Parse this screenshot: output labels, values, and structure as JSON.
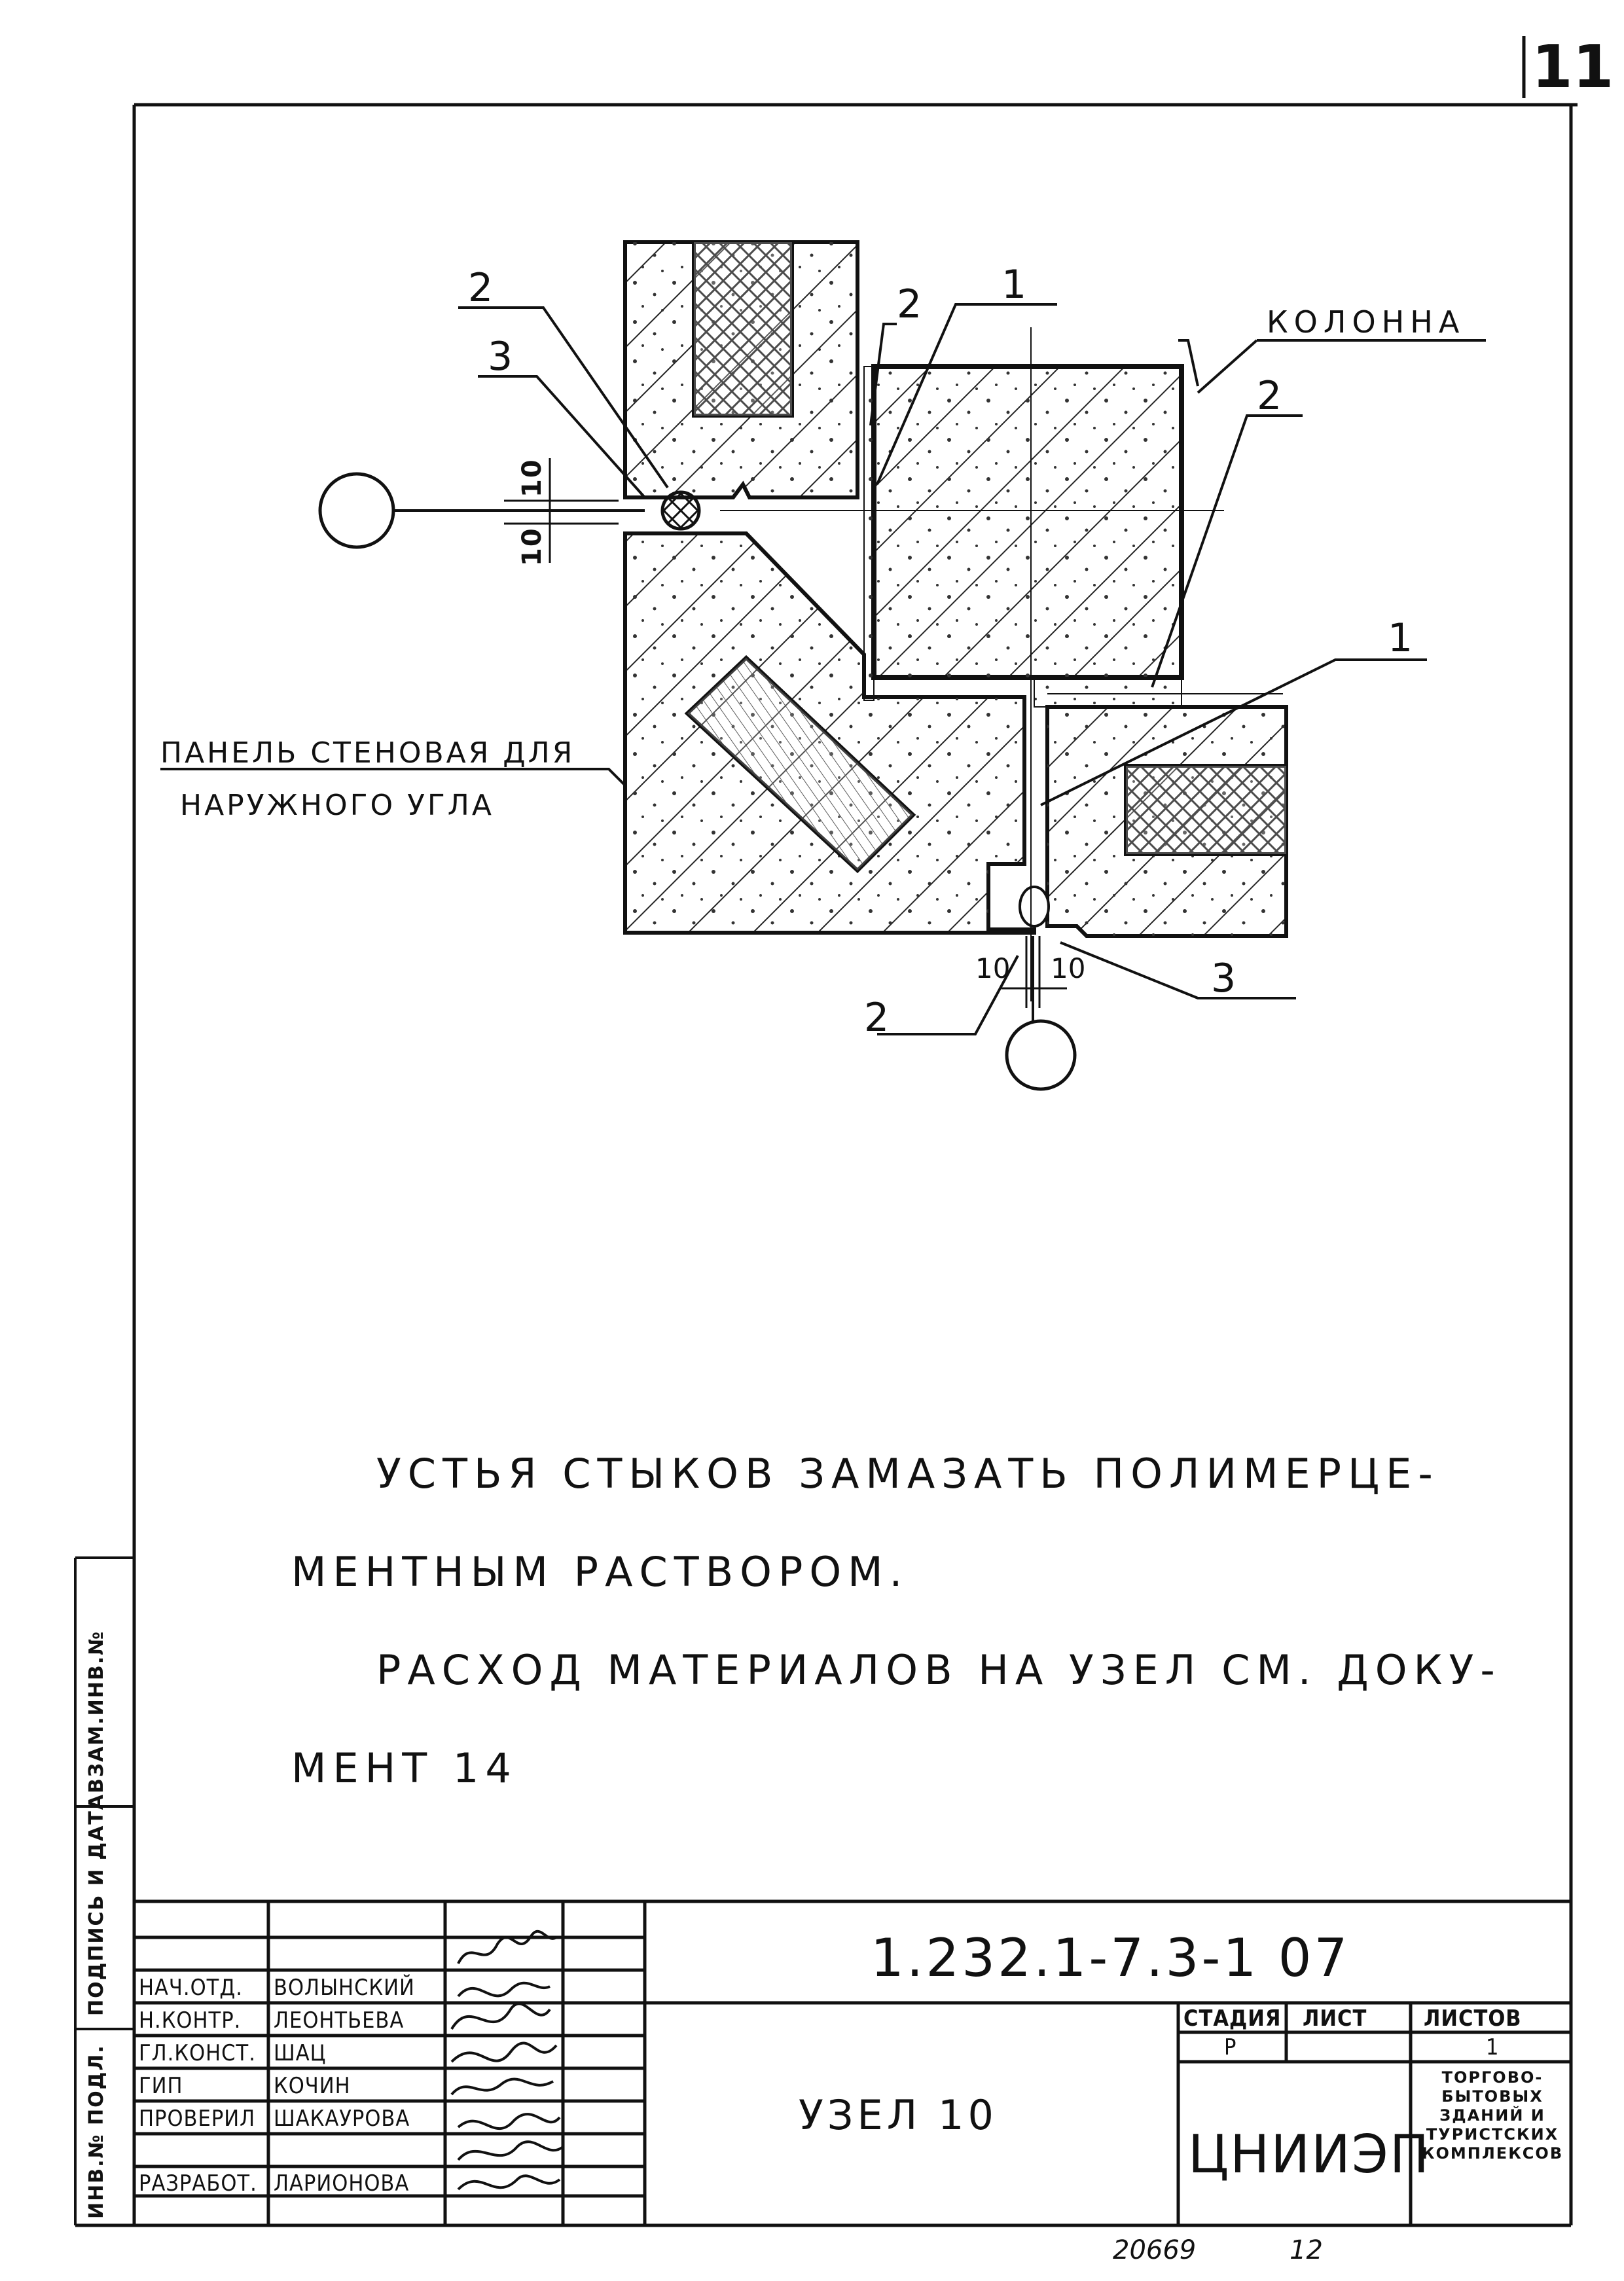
{
  "sheet_number": "11",
  "drawing": {
    "callouts": {
      "top_left_2": "2",
      "top_left_3": "3",
      "top_mid_2": "2",
      "top_mid_1": "1",
      "column_label": "КОЛОННА",
      "right_2": "2",
      "right_1": "1",
      "bottom_3": "3",
      "bottom_2": "2"
    },
    "panel_label_line1": "ПАНЕЛЬ СТЕНОВАЯ ДЛЯ",
    "panel_label_line2": "НАРУЖНОГО УГЛА",
    "dims": {
      "left_upper": "10",
      "left_lower": "10",
      "bottom_left": "10",
      "bottom_right": "10"
    }
  },
  "notes": {
    "line1": "Устья стыков замазать полимерце-",
    "line2": "ментным раствором.",
    "line3": "Расход материалов на узел см. доку-",
    "line4": "мент 14"
  },
  "side_stamp": {
    "inv_podl": "ИНВ.№ ПОДЛ.",
    "signature_date": "ПОДПИСЬ И ДАТА",
    "vzam_inv": "ВЗАМ.ИНВ.№"
  },
  "title_block": {
    "doc_code": "1.232.1-7.3-1 07",
    "title": "УЗЕЛ 10",
    "stage_header": "СТАДИЯ",
    "sheet_header": "ЛИСТ",
    "sheets_header": "ЛИСТОВ",
    "stage_value": "Р",
    "sheet_value": "",
    "sheets_value": "1",
    "org": "ЦНИИЭП",
    "org_desc": [
      "ТОРГОВО-",
      "БЫТОВЫХ",
      "ЗДАНИЙ И",
      "ТУРИСТСКИХ",
      "КОМПЛЕКСОВ"
    ],
    "people": [
      {
        "role": "НАЧ.ОТД.",
        "name": "ВОЛЫНСКИЙ"
      },
      {
        "role": "Н.КОНТР.",
        "name": "ЛЕОНТЬЕВА"
      },
      {
        "role": "ГЛ.КОНСТ.",
        "name": "ШАЦ"
      },
      {
        "role": "ГИП",
        "name": "КОЧИН"
      },
      {
        "role": "ПРОВЕРИЛ",
        "name": "ШАКАУРОВА"
      },
      {
        "role": "РАЗРАБОТ.",
        "name": "ЛАРИОНОВА"
      }
    ]
  },
  "bottom_number": "20669",
  "bottom_page": "12"
}
